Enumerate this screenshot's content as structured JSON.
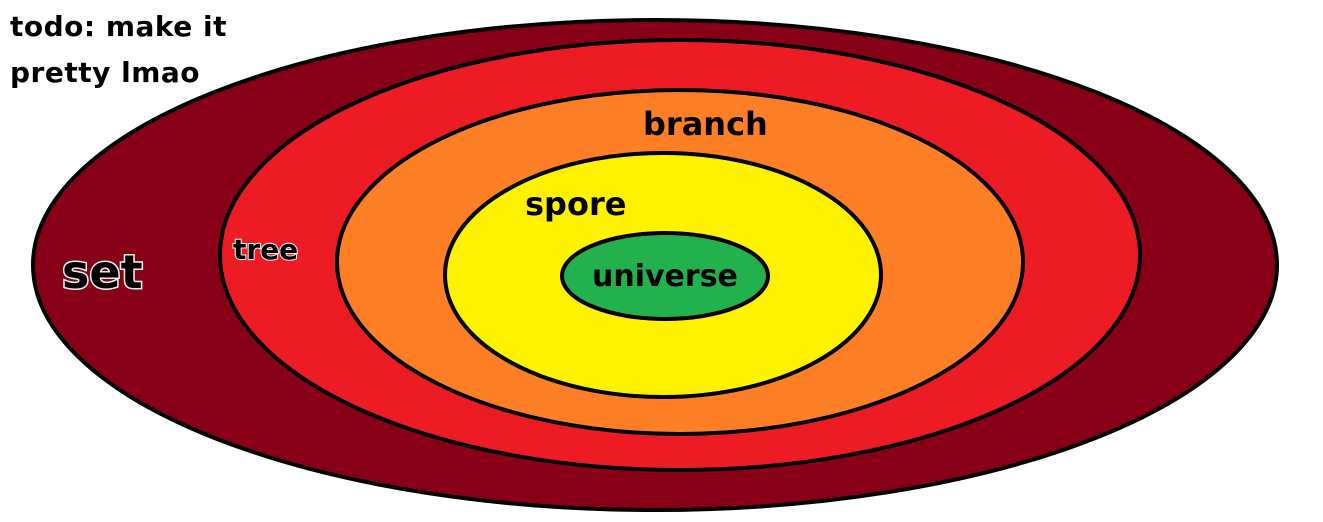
{
  "note": {
    "line1": "todo: make it",
    "line2": "pretty lmao"
  },
  "layers": [
    {
      "label": "set",
      "color": "#880015"
    },
    {
      "label": "tree",
      "color": "#ed1c24"
    },
    {
      "label": "branch",
      "color": "#ff7f27"
    },
    {
      "label": "spore",
      "color": "#fff200"
    },
    {
      "label": "universe",
      "color": "#22b14c"
    }
  ],
  "outline_color": "#000000"
}
